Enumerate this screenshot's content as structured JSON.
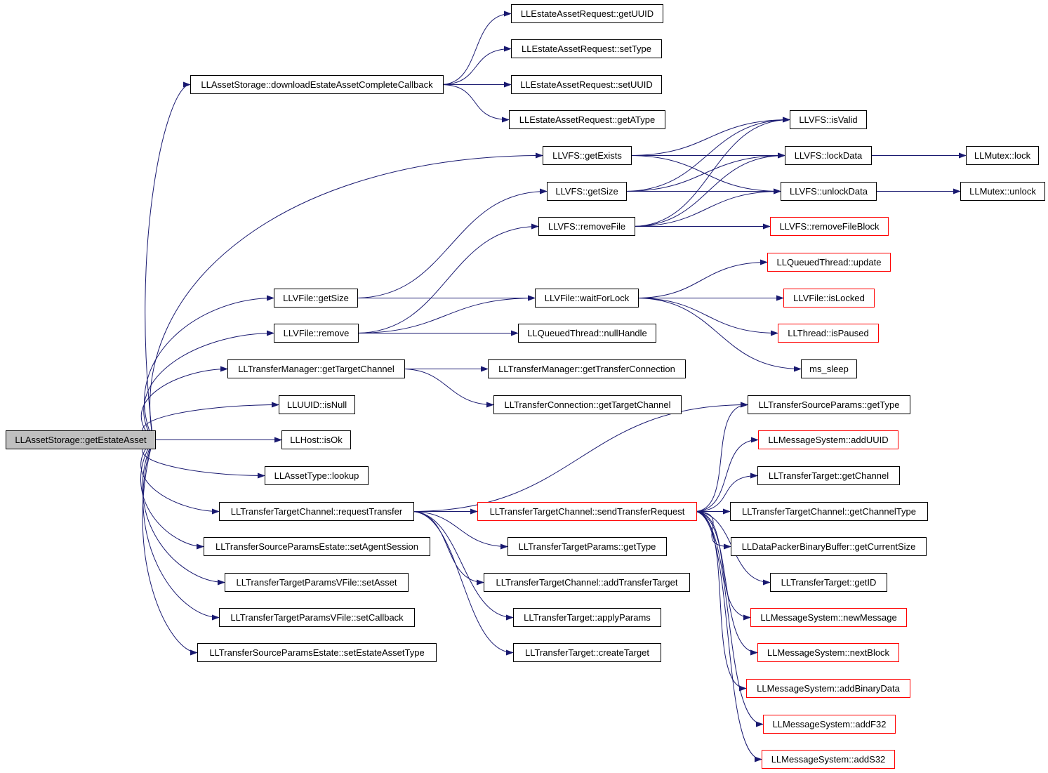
{
  "colors": {
    "edge": "#191970",
    "node_border": "#000000",
    "truncated_border": "#ff0000",
    "root_fill": "#bfbfbf"
  },
  "nodes": [
    {
      "id": "root",
      "label": "LLAssetStorage::getEstateAsset",
      "style": "root"
    },
    {
      "id": "dl",
      "label": "LLAssetStorage::downloadEstateAssetCompleteCallback"
    },
    {
      "id": "eGetUUID",
      "label": "LLEstateAssetRequest::getUUID"
    },
    {
      "id": "eSetType",
      "label": "LLEstateAssetRequest::setType"
    },
    {
      "id": "eSetUUID",
      "label": "LLEstateAssetRequest::setUUID"
    },
    {
      "id": "eGetAType",
      "label": "LLEstateAssetRequest::getAType"
    },
    {
      "id": "vfsIsValid",
      "label": "LLVFS::isValid"
    },
    {
      "id": "vfsGetExists",
      "label": "LLVFS::getExists"
    },
    {
      "id": "vfsLockData",
      "label": "LLVFS::lockData"
    },
    {
      "id": "mutexLock",
      "label": "LLMutex::lock"
    },
    {
      "id": "vfsGetSize",
      "label": "LLVFS::getSize"
    },
    {
      "id": "vfsUnlockData",
      "label": "LLVFS::unlockData"
    },
    {
      "id": "mutexUnlock",
      "label": "LLMutex::unlock"
    },
    {
      "id": "vfsRemoveFile",
      "label": "LLVFS::removeFile"
    },
    {
      "id": "vfsRemoveFileBlock",
      "label": "LLVFS::removeFileBlock",
      "style": "red"
    },
    {
      "id": "qtUpdate",
      "label": "LLQueuedThread::update",
      "style": "red"
    },
    {
      "id": "vfileGetSize",
      "label": "LLVFile::getSize"
    },
    {
      "id": "vfileWaitForLock",
      "label": "LLVFile::waitForLock"
    },
    {
      "id": "vfileIsLocked",
      "label": "LLVFile::isLocked",
      "style": "red"
    },
    {
      "id": "vfileRemove",
      "label": "LLVFile::remove"
    },
    {
      "id": "qtNullHandle",
      "label": "LLQueuedThread::nullHandle"
    },
    {
      "id": "threadIsPaused",
      "label": "LLThread::isPaused",
      "style": "red"
    },
    {
      "id": "tmGetTargetChannel",
      "label": "LLTransferManager::getTargetChannel"
    },
    {
      "id": "tmGetTransferConnection",
      "label": "LLTransferManager::getTransferConnection"
    },
    {
      "id": "msSleep",
      "label": "ms_sleep"
    },
    {
      "id": "uuidIsNull",
      "label": "LLUUID::isNull"
    },
    {
      "id": "tcGetTargetChannel",
      "label": "LLTransferConnection::getTargetChannel"
    },
    {
      "id": "tspGetType",
      "label": "LLTransferSourceParams::getType"
    },
    {
      "id": "hostIsOk",
      "label": "LLHost::isOk"
    },
    {
      "id": "msAddUUID",
      "label": "LLMessageSystem::addUUID",
      "style": "red"
    },
    {
      "id": "atLookup",
      "label": "LLAssetType::lookup"
    },
    {
      "id": "ttGetChannel",
      "label": "LLTransferTarget::getChannel"
    },
    {
      "id": "ttcRequestTransfer",
      "label": "LLTransferTargetChannel::requestTransfer"
    },
    {
      "id": "ttcSendTransferRequest",
      "label": "LLTransferTargetChannel::sendTransferRequest",
      "style": "red"
    },
    {
      "id": "ttcGetChannelType",
      "label": "LLTransferTargetChannel::getChannelType"
    },
    {
      "id": "tspeSetAgentSession",
      "label": "LLTransferSourceParamsEstate::setAgentSession"
    },
    {
      "id": "ttpGetType",
      "label": "LLTransferTargetParams::getType"
    },
    {
      "id": "dpbbGetCurrentSize",
      "label": "LLDataPackerBinaryBuffer::getCurrentSize"
    },
    {
      "id": "ttpvSetAsset",
      "label": "LLTransferTargetParamsVFile::setAsset"
    },
    {
      "id": "ttcAddTransferTarget",
      "label": "LLTransferTargetChannel::addTransferTarget"
    },
    {
      "id": "ttGetID",
      "label": "LLTransferTarget::getID"
    },
    {
      "id": "ttpvSetCallback",
      "label": "LLTransferTargetParamsVFile::setCallback"
    },
    {
      "id": "ttApplyParams",
      "label": "LLTransferTarget::applyParams"
    },
    {
      "id": "msNewMessage",
      "label": "LLMessageSystem::newMessage",
      "style": "red"
    },
    {
      "id": "tspeSetEstateAssetType",
      "label": "LLTransferSourceParamsEstate::setEstateAssetType"
    },
    {
      "id": "ttCreateTarget",
      "label": "LLTransferTarget::createTarget"
    },
    {
      "id": "msNextBlock",
      "label": "LLMessageSystem::nextBlock",
      "style": "red"
    },
    {
      "id": "msAddBinaryData",
      "label": "LLMessageSystem::addBinaryData",
      "style": "red"
    },
    {
      "id": "msAddF32",
      "label": "LLMessageSystem::addF32",
      "style": "red"
    },
    {
      "id": "msAddS32",
      "label": "LLMessageSystem::addS32",
      "style": "red"
    }
  ],
  "edges": [
    [
      "root",
      "dl"
    ],
    [
      "root",
      "vfsGetExists"
    ],
    [
      "root",
      "vfileGetSize"
    ],
    [
      "root",
      "vfileRemove"
    ],
    [
      "root",
      "tmGetTargetChannel"
    ],
    [
      "root",
      "uuidIsNull"
    ],
    [
      "root",
      "hostIsOk"
    ],
    [
      "root",
      "atLookup"
    ],
    [
      "root",
      "ttcRequestTransfer"
    ],
    [
      "root",
      "tspeSetAgentSession"
    ],
    [
      "root",
      "ttpvSetAsset"
    ],
    [
      "root",
      "ttpvSetCallback"
    ],
    [
      "root",
      "tspeSetEstateAssetType"
    ],
    [
      "dl",
      "eGetUUID"
    ],
    [
      "dl",
      "eSetType"
    ],
    [
      "dl",
      "eSetUUID"
    ],
    [
      "dl",
      "eGetAType"
    ],
    [
      "vfsGetExists",
      "vfsIsValid"
    ],
    [
      "vfsGetExists",
      "vfsLockData"
    ],
    [
      "vfsGetExists",
      "vfsUnlockData"
    ],
    [
      "vfsLockData",
      "mutexLock"
    ],
    [
      "vfsUnlockData",
      "mutexUnlock"
    ],
    [
      "vfsGetSize",
      "vfsIsValid"
    ],
    [
      "vfsGetSize",
      "vfsLockData"
    ],
    [
      "vfsGetSize",
      "vfsUnlockData"
    ],
    [
      "vfsRemoveFile",
      "vfsIsValid"
    ],
    [
      "vfsRemoveFile",
      "vfsLockData"
    ],
    [
      "vfsRemoveFile",
      "vfsUnlockData"
    ],
    [
      "vfsRemoveFile",
      "vfsRemoveFileBlock"
    ],
    [
      "vfileGetSize",
      "vfsGetSize"
    ],
    [
      "vfileGetSize",
      "vfileWaitForLock"
    ],
    [
      "vfileRemove",
      "vfsRemoveFile"
    ],
    [
      "vfileRemove",
      "vfileWaitForLock"
    ],
    [
      "vfileRemove",
      "qtNullHandle"
    ],
    [
      "vfileWaitForLock",
      "qtUpdate"
    ],
    [
      "vfileWaitForLock",
      "vfileIsLocked"
    ],
    [
      "vfileWaitForLock",
      "threadIsPaused"
    ],
    [
      "vfileWaitForLock",
      "msSleep"
    ],
    [
      "tmGetTargetChannel",
      "tmGetTransferConnection"
    ],
    [
      "tmGetTargetChannel",
      "tcGetTargetChannel"
    ],
    [
      "ttcRequestTransfer",
      "tspGetType"
    ],
    [
      "ttcRequestTransfer",
      "ttcSendTransferRequest"
    ],
    [
      "ttcRequestTransfer",
      "ttpGetType"
    ],
    [
      "ttcRequestTransfer",
      "ttcAddTransferTarget"
    ],
    [
      "ttcRequestTransfer",
      "ttApplyParams"
    ],
    [
      "ttcRequestTransfer",
      "ttCreateTarget"
    ],
    [
      "ttcSendTransferRequest",
      "tspGetType"
    ],
    [
      "ttcSendTransferRequest",
      "msAddUUID"
    ],
    [
      "ttcSendTransferRequest",
      "ttGetChannel"
    ],
    [
      "ttcSendTransferRequest",
      "ttcGetChannelType"
    ],
    [
      "ttcSendTransferRequest",
      "dpbbGetCurrentSize"
    ],
    [
      "ttcSendTransferRequest",
      "ttGetID"
    ],
    [
      "ttcSendTransferRequest",
      "msNewMessage"
    ],
    [
      "ttcSendTransferRequest",
      "msNextBlock"
    ],
    [
      "ttcSendTransferRequest",
      "msAddBinaryData"
    ],
    [
      "ttcSendTransferRequest",
      "msAddF32"
    ],
    [
      "ttcSendTransferRequest",
      "msAddS32"
    ]
  ]
}
